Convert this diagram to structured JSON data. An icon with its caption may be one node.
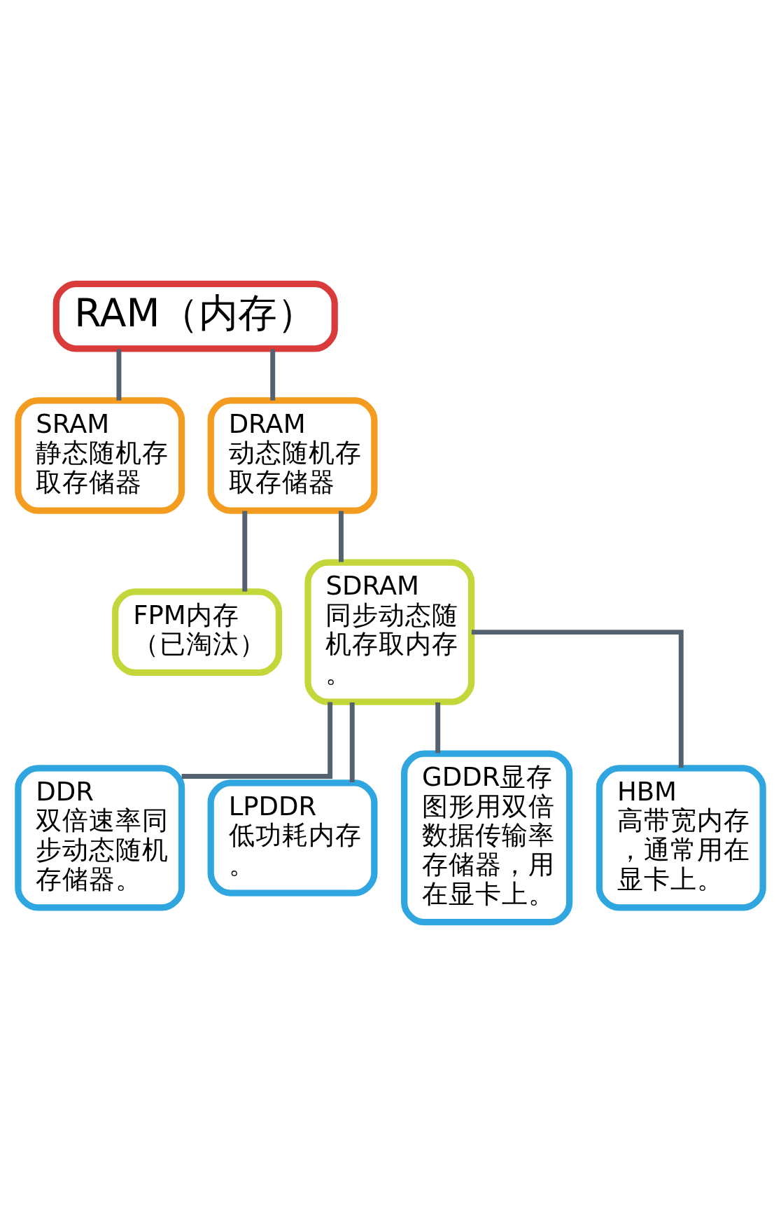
{
  "diagram": {
    "nodes": [
      {
        "text": [
          "RAM（内存）"
        ]
      },
      {
        "text": [
          "SRAM",
          "静态随机存取存储器"
        ]
      },
      {
        "text": [
          "DRAM",
          "动态随机存取存储器"
        ]
      },
      {
        "text": [
          "FPM内存",
          "（已淘汰）"
        ]
      },
      {
        "text": [
          "SDRAM",
          "同步动态随机存取内存。"
        ]
      },
      {
        "text": [
          "DDR",
          "双倍速率同步动态随机存储器。"
        ]
      },
      {
        "text": [
          "LPDDR",
          "低功耗内存。"
        ]
      },
      {
        "text": [
          "GDDR显存",
          "图形用双倍数据传输率存储器，用在显卡上。"
        ]
      },
      {
        "text": [
          "HBM",
          "高带宽内存，通常用在显卡上。"
        ]
      }
    ],
    "edges": [
      {
        "from": 0,
        "to": 1,
        "arrow": "none"
      },
      {
        "from": 0,
        "to": 2,
        "arrow": "none"
      },
      {
        "from": 2,
        "to": 3,
        "arrow": "none"
      },
      {
        "from": 2,
        "to": 4,
        "arrow": "none"
      },
      {
        "from": 4,
        "to": 5,
        "arrow": "none"
      },
      {
        "from": 4,
        "to": 6,
        "arrow": "none"
      },
      {
        "from": 4,
        "to": 7,
        "arrow": "none"
      },
      {
        "from": 4,
        "to": 8,
        "arrow": "none"
      }
    ]
  }
}
